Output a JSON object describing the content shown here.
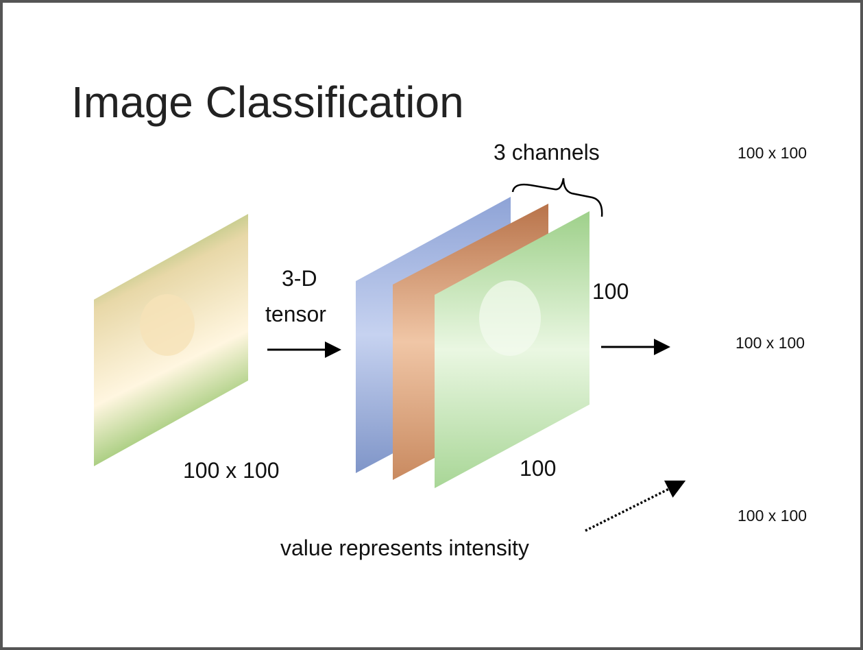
{
  "title": "Image Classification",
  "input_image": {
    "label": "100 x 100"
  },
  "arrow_label": {
    "line1": "3-D",
    "line2": "tensor"
  },
  "tensor": {
    "channels_label": "3 channels",
    "height_label": "100",
    "width_label": "100",
    "channel_colors": [
      "#9fb2e0",
      "#d89a70",
      "#b8e3a8"
    ]
  },
  "outputs": [
    "100 x 100",
    "100 x 100",
    "100 x 100"
  ],
  "note": "value represents intensity"
}
